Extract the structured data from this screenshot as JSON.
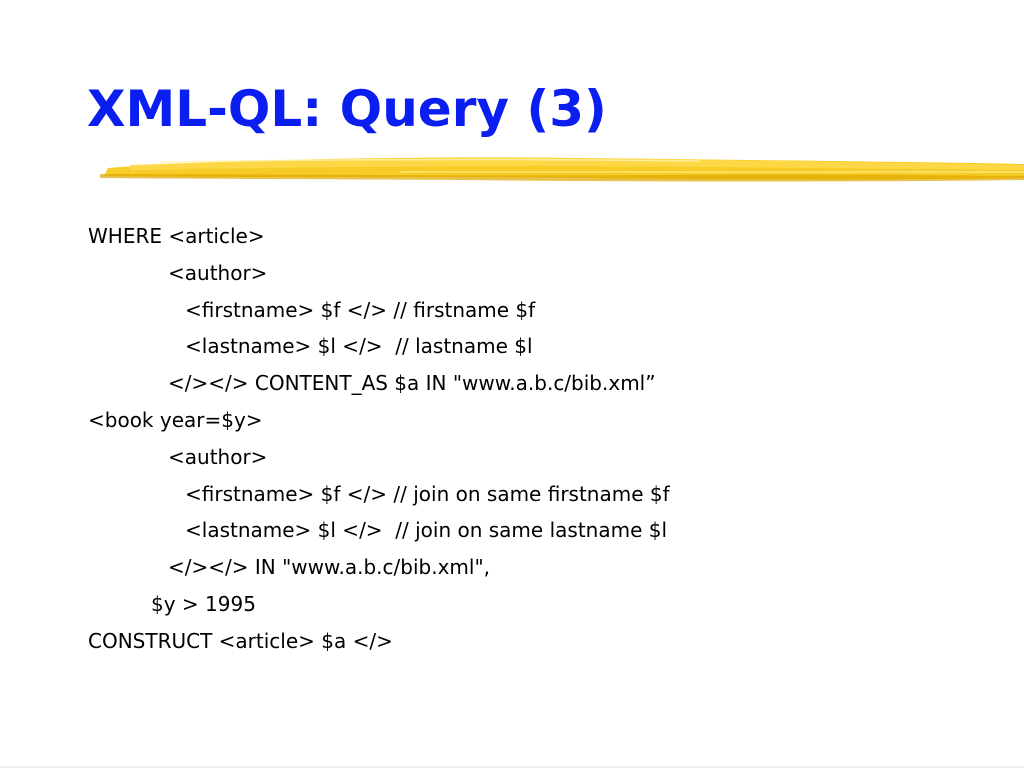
{
  "slide": {
    "title": "XML-QL: Query (3)",
    "accent_color": "#0a1ef0",
    "brush_color": "#f5c400",
    "decoration": "yellow-brush-stroke-underline",
    "lines": [
      {
        "indent": 0,
        "text": "WHERE <article>"
      },
      {
        "indent": 2,
        "text": "<author>"
      },
      {
        "indent": 3,
        "text": "<firstname> $f </> // firstname $f"
      },
      {
        "indent": 3,
        "text": "<lastname> $l </>  // lastname $l"
      },
      {
        "indent": 2,
        "text": "</></> CONTENT_AS $a IN \"www.a.b.c/bib.xml”"
      },
      {
        "indent": 0,
        "text": "<book year=$y>"
      },
      {
        "indent": 2,
        "text": "<author>"
      },
      {
        "indent": 3,
        "text": "<firstname> $f </> // join on same firstname $f"
      },
      {
        "indent": 3,
        "text": "<lastname> $l </>  // join on same lastname $l"
      },
      {
        "indent": 2,
        "text": "</></> IN \"www.a.b.c/bib.xml\","
      },
      {
        "indent": 1,
        "text": "$y > 1995"
      },
      {
        "indent": 0,
        "text": "CONSTRUCT <article> $a </>"
      }
    ]
  }
}
